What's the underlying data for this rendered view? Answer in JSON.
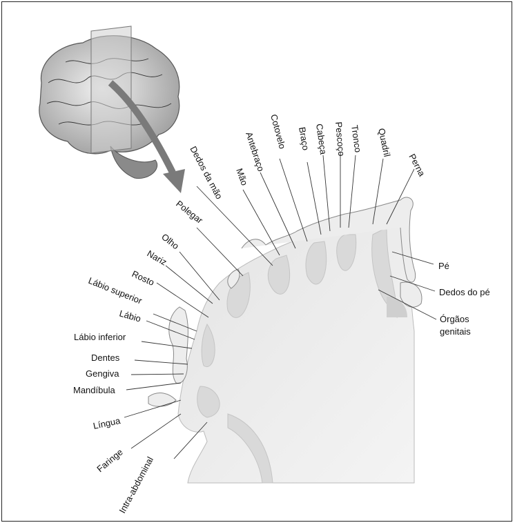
{
  "labels": {
    "top": {
      "dedos_da_mao": "Dedos da mão",
      "mao": "Mão",
      "antebraco": "Antebraço",
      "cotovelo": "Cotovelo",
      "braco": "Braço",
      "cabeca": "Cabeça",
      "pescoco": "Pescoço",
      "tronco": "Tronco",
      "quadril": "Quadril",
      "perna": "Perna"
    },
    "left": {
      "polegar": "Polegar",
      "olho": "Olho",
      "nariz": "Nariz",
      "rosto": "Rosto",
      "labio_superior": "Lábio superior",
      "labio": "Lábio",
      "labio_inferior": "Lábio inferior",
      "dentes": "Dentes",
      "gengiva": "Gengiva",
      "mandibula": "Mandíbula",
      "lingua": "Língua",
      "faringe": "Faringe",
      "intra_abdominal": "Intra-abdominal"
    },
    "right": {
      "pe": "Pé",
      "dedos_do_pe": "Dedos do pé",
      "orgaos_1": "Órgãos",
      "orgaos_2": "genitais"
    }
  }
}
